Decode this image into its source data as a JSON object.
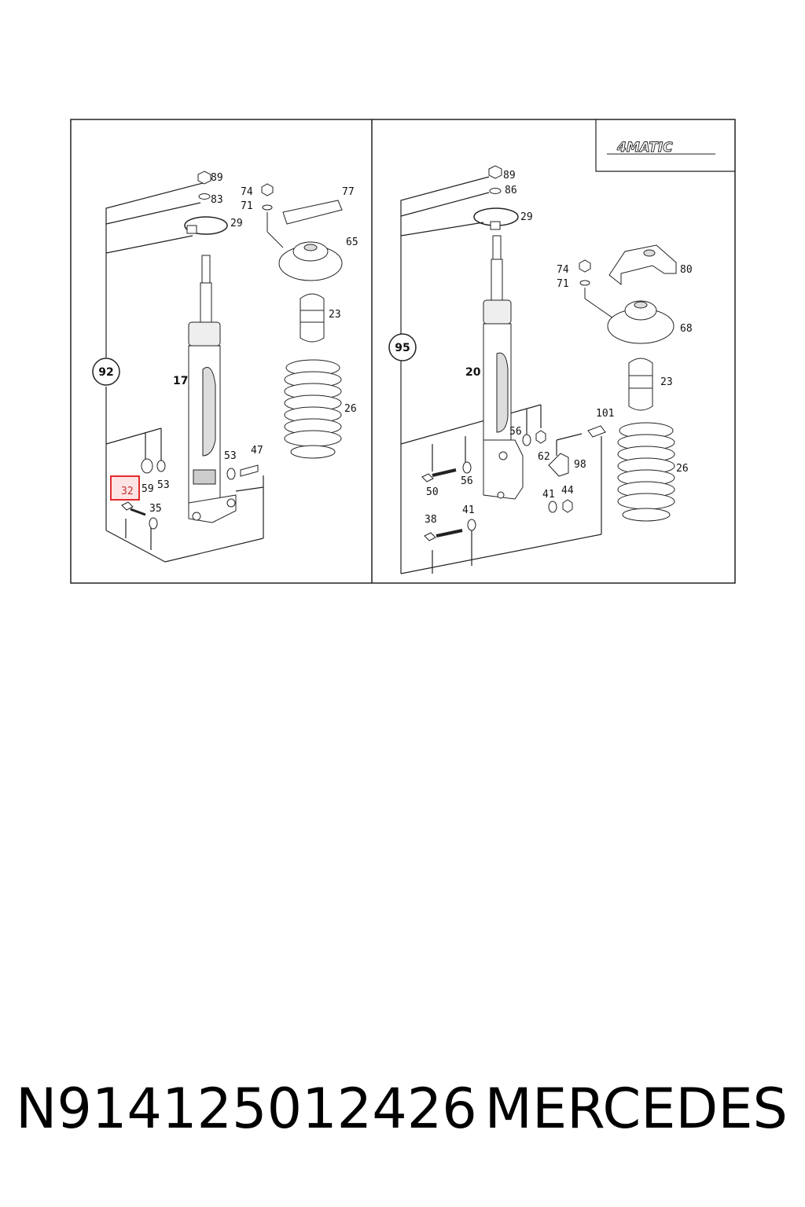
{
  "left_panel": {
    "group_label": "92",
    "strut_label": "17",
    "callouts": [
      "89",
      "83",
      "74",
      "71",
      "77",
      "29",
      "65",
      "23",
      "26",
      "53",
      "47",
      "59",
      "53",
      "32",
      "35"
    ],
    "highlighted_callout": "32"
  },
  "right_panel": {
    "badge": "4MATIC",
    "group_label": "95",
    "strut_label": "20",
    "callouts": [
      "89",
      "86",
      "29",
      "74",
      "71",
      "80",
      "68",
      "23",
      "101",
      "26",
      "56",
      "62",
      "98",
      "50",
      "56",
      "41",
      "44",
      "38",
      "41"
    ]
  },
  "colors": {
    "highlight": "#e32b2b",
    "line": "#222222",
    "shade": "#cfcfcf"
  },
  "caption": {
    "part_number": "N914125012426",
    "brand": "MERCEDES"
  }
}
